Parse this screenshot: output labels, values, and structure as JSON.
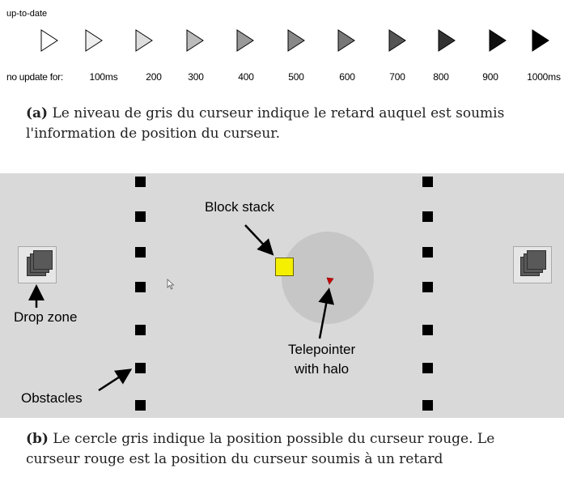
{
  "figure_a": {
    "top_label": "up-to-date",
    "delay_prefix": "no update for:",
    "cursors": [
      {
        "label": "100ms",
        "fill": "#ffffff"
      },
      {
        "label": "200",
        "fill": "#eeeeee"
      },
      {
        "label": "300",
        "fill": "#dddddd"
      },
      {
        "label": "400",
        "fill": "#bbbbbb"
      },
      {
        "label": "500",
        "fill": "#999999"
      },
      {
        "label": "600",
        "fill": "#888888"
      },
      {
        "label": "700",
        "fill": "#777777"
      },
      {
        "label": "800",
        "fill": "#555555"
      },
      {
        "label": "900",
        "fill": "#333333"
      },
      {
        "label": "1000ms",
        "fill": "#111111"
      },
      {
        "label": "",
        "fill": "#000000"
      }
    ],
    "caption_tag": "(a)",
    "caption_text": "Le niveau de gris du curseur indique le retard auquel est soumis l'information de position du curseur."
  },
  "figure_b": {
    "labels": {
      "block_stack": "Block stack",
      "drop_zone": "Drop zone",
      "telepointer_line1": "Telepointer",
      "telepointer_line2": "with halo",
      "obstacles": "Obstacles"
    },
    "colors": {
      "background": "#d9d9d9",
      "block": "#f4f000",
      "telepointer": "#cc0000",
      "halo": "#c6c6c6"
    },
    "caption_tag": "(b)",
    "caption_text": "Le cercle gris indique la position possible du curseur rouge. Le curseur rouge est la position du curseur soumis à un retard"
  }
}
